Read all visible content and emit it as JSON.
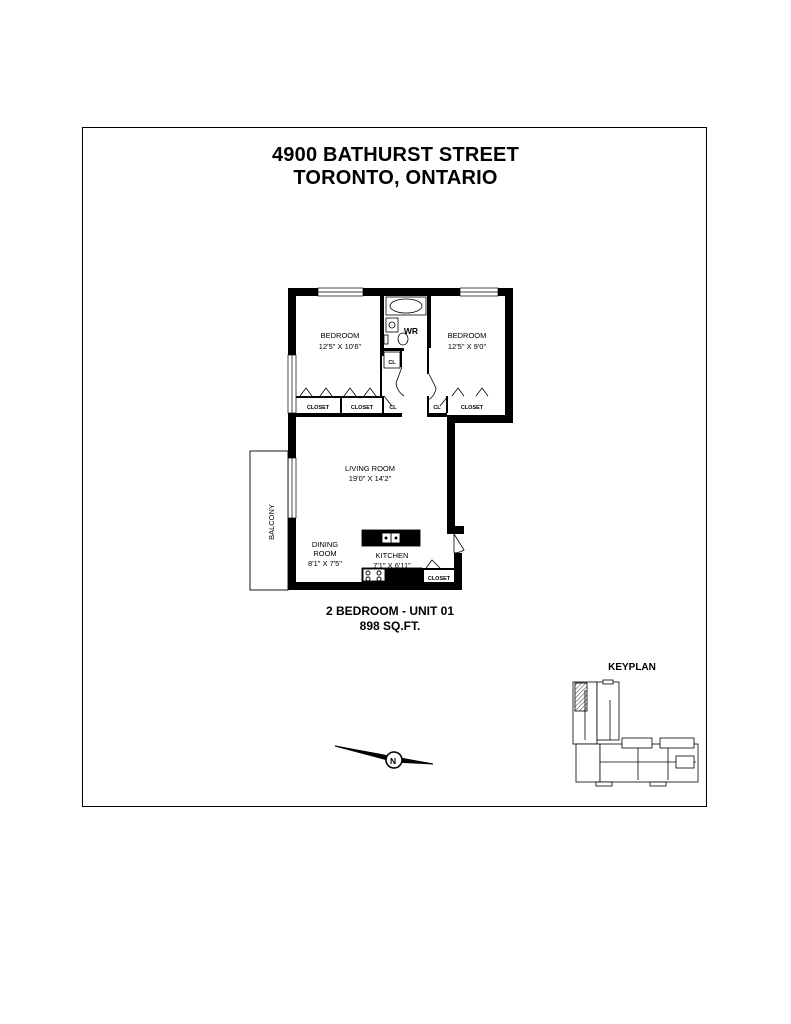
{
  "header": {
    "line1": "4900 BATHURST STREET",
    "line2": "TORONTO, ONTARIO"
  },
  "rooms": {
    "bedroom1": {
      "name": "BEDROOM",
      "size": "12'5\" X 10'6\""
    },
    "bedroom2": {
      "name": "BEDROOM",
      "size": "12'5\" X 9'0\""
    },
    "washroom": {
      "name": "WR"
    },
    "living": {
      "name": "LIVING ROOM",
      "size": "19'0\" X 14'2\""
    },
    "dining": {
      "name_line1": "DINING",
      "name_line2": "ROOM",
      "size": "8'1\" X 7'5\""
    },
    "kitchen": {
      "name": "KITCHEN",
      "size": "7'1\" X 6'11\""
    },
    "balcony": {
      "name": "BALCONY"
    },
    "closet_label": "CLOSET",
    "cl_label": "CL"
  },
  "unit": {
    "type": "2 BEDROOM - UNIT 01",
    "area": "898 SQ.FT."
  },
  "keyplan": {
    "label": "KEYPLAN"
  },
  "compass": {
    "letter": "N",
    "icon": "north-arrow-icon"
  },
  "colors": {
    "ink": "#000000",
    "paper": "#ffffff",
    "hatch": "#555555"
  }
}
